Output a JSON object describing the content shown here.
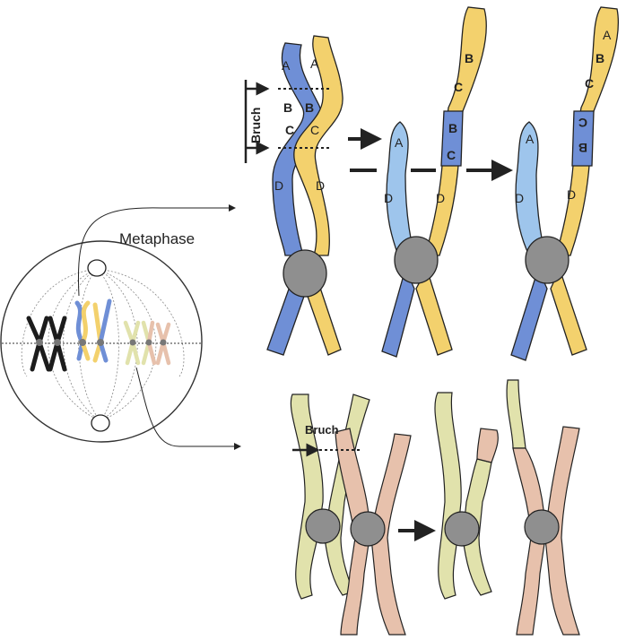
{
  "labels": {
    "metaphase": "Metaphase",
    "bruch_vertical": "Bruch",
    "bruch_lower": "Bruch"
  },
  "segments": {
    "A": "A",
    "B": "B",
    "C": "C",
    "D": "D"
  },
  "colors": {
    "blue_dark": "#6f8fd6",
    "blue_light": "#9ec5ec",
    "yellow": "#f3d16d",
    "green_pale": "#e1e2ac",
    "salmon": "#e7c1ac",
    "centromere": "#8f8f8f",
    "black_chromosome": "#1c1c1c"
  }
}
